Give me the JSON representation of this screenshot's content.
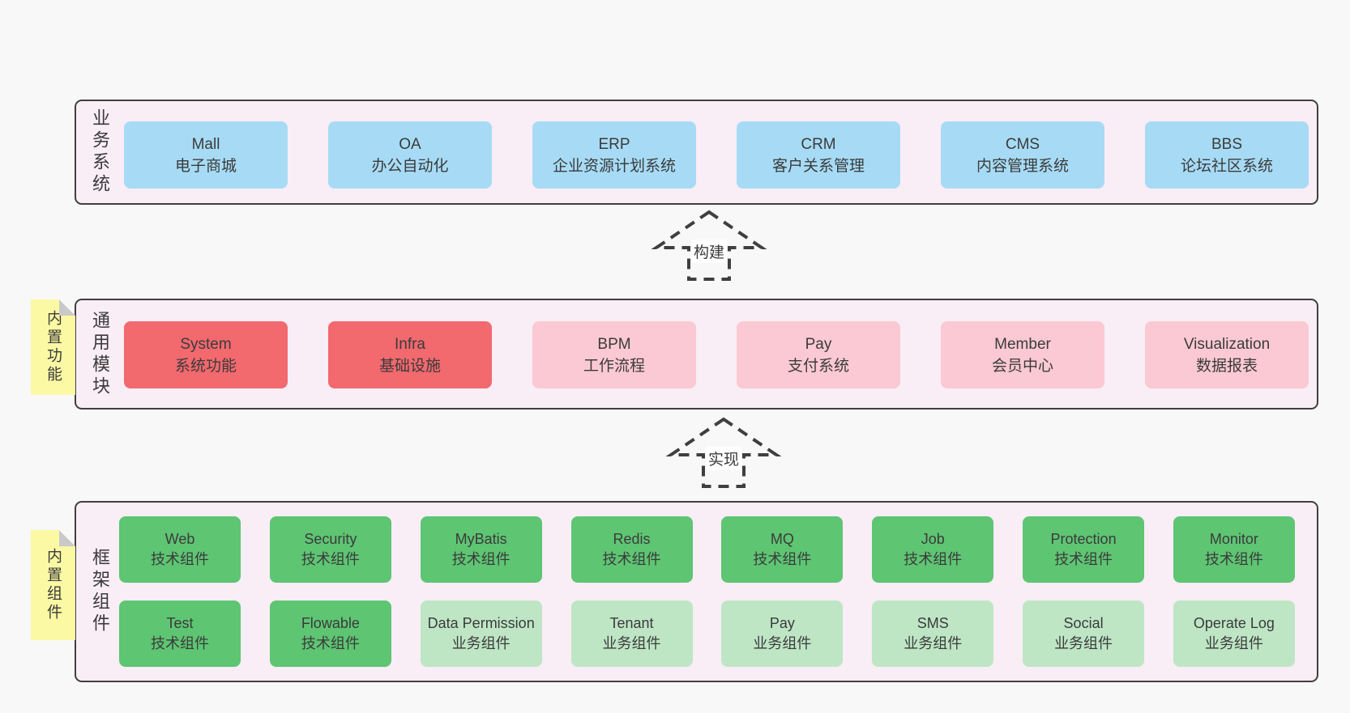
{
  "colors": {
    "page_bg": "#f8f8f8",
    "container_bg": "#f9edf6",
    "container_border": "#3f3f3f",
    "box_blue": "#a7dbf5",
    "box_red": "#f2696e",
    "box_pink": "#fbc9d3",
    "box_green_dark": "#5ec573",
    "box_green_light": "#bee6c5",
    "note_yellow": "#fbf9a3",
    "note_fold": "#c9c9c9",
    "text": "#3b3b3b"
  },
  "sections": [
    {
      "label": "业务系统",
      "boxes": [
        {
          "name": "Mall",
          "desc": "电子商城"
        },
        {
          "name": "OA",
          "desc": "办公自动化"
        },
        {
          "name": "ERP",
          "desc": "企业资源计划系统"
        },
        {
          "name": "CRM",
          "desc": "客户关系管理"
        },
        {
          "name": "CMS",
          "desc": "内容管理系统"
        },
        {
          "name": "BBS",
          "desc": "论坛社区系统"
        }
      ]
    },
    {
      "label": "通用模块",
      "note": "内置功能",
      "boxes": [
        {
          "name": "System",
          "desc": "系统功能"
        },
        {
          "name": "Infra",
          "desc": "基础设施"
        },
        {
          "name": "BPM",
          "desc": "工作流程"
        },
        {
          "name": "Pay",
          "desc": "支付系统"
        },
        {
          "name": "Member",
          "desc": "会员中心"
        },
        {
          "name": "Visualization",
          "desc": "数据报表"
        }
      ]
    },
    {
      "label": "框架组件",
      "note": "内置组件",
      "rows": [
        [
          {
            "name": "Web",
            "desc": "技术组件"
          },
          {
            "name": "Security",
            "desc": "技术组件"
          },
          {
            "name": "MyBatis",
            "desc": "技术组件"
          },
          {
            "name": "Redis",
            "desc": "技术组件"
          },
          {
            "name": "MQ",
            "desc": "技术组件"
          },
          {
            "name": "Job",
            "desc": "技术组件"
          },
          {
            "name": "Protection",
            "desc": "技术组件"
          },
          {
            "name": "Monitor",
            "desc": "技术组件"
          }
        ],
        [
          {
            "name": "Test",
            "desc": "技术组件"
          },
          {
            "name": "Flowable",
            "desc": "技术组件"
          },
          {
            "name": "Data Permission",
            "desc": "业务组件"
          },
          {
            "name": "Tenant",
            "desc": "业务组件"
          },
          {
            "name": "Pay",
            "desc": "业务组件"
          },
          {
            "name": "SMS",
            "desc": "业务组件"
          },
          {
            "name": "Social",
            "desc": "业务组件"
          },
          {
            "name": "Operate Log",
            "desc": "业务组件"
          }
        ]
      ]
    }
  ],
  "arrows": [
    {
      "label": "构建"
    },
    {
      "label": "实现"
    }
  ]
}
